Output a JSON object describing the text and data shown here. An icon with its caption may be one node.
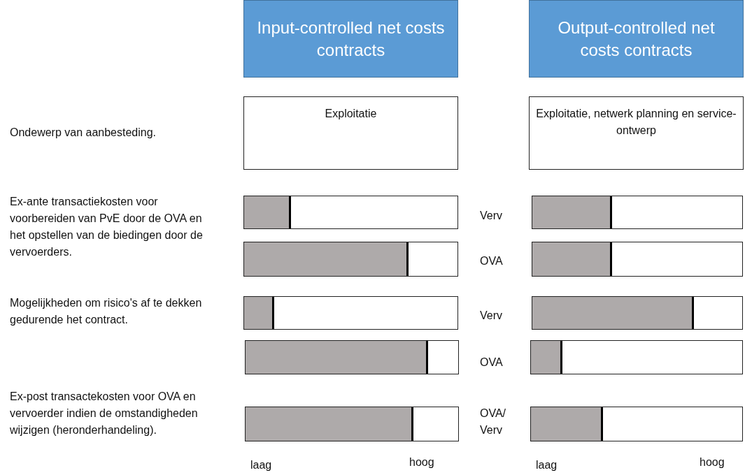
{
  "diagram": {
    "nodes": [
      {
        "text": [
          "Input-controlled net costs contracts"
        ]
      },
      {
        "text": [
          "Output-controlled net costs contracts"
        ]
      },
      {
        "text": [
          "Exploitatie"
        ]
      },
      {
        "text": [
          "Exploitatie, netwerk planning en service-ontwerp"
        ]
      }
    ],
    "labels": [
      "Ondewerp van aanbesteding.",
      "Ex-ante transactiekosten voor voorbereiden van PvE door de OVA en het opstellen van de biedingen door de vervoerders.",
      "Verv",
      "OVA",
      "Mogelijkheden om risico's af te dekken gedurende het contract.",
      "Verv",
      "OVA",
      "Ex-post transactekosten voor OVA en vervoerder indien de omstandigheden wijzigen (heronderhandeling).",
      "OVA/ Verv",
      "laag",
      "hoog",
      "laag",
      "hoog"
    ]
  }
}
